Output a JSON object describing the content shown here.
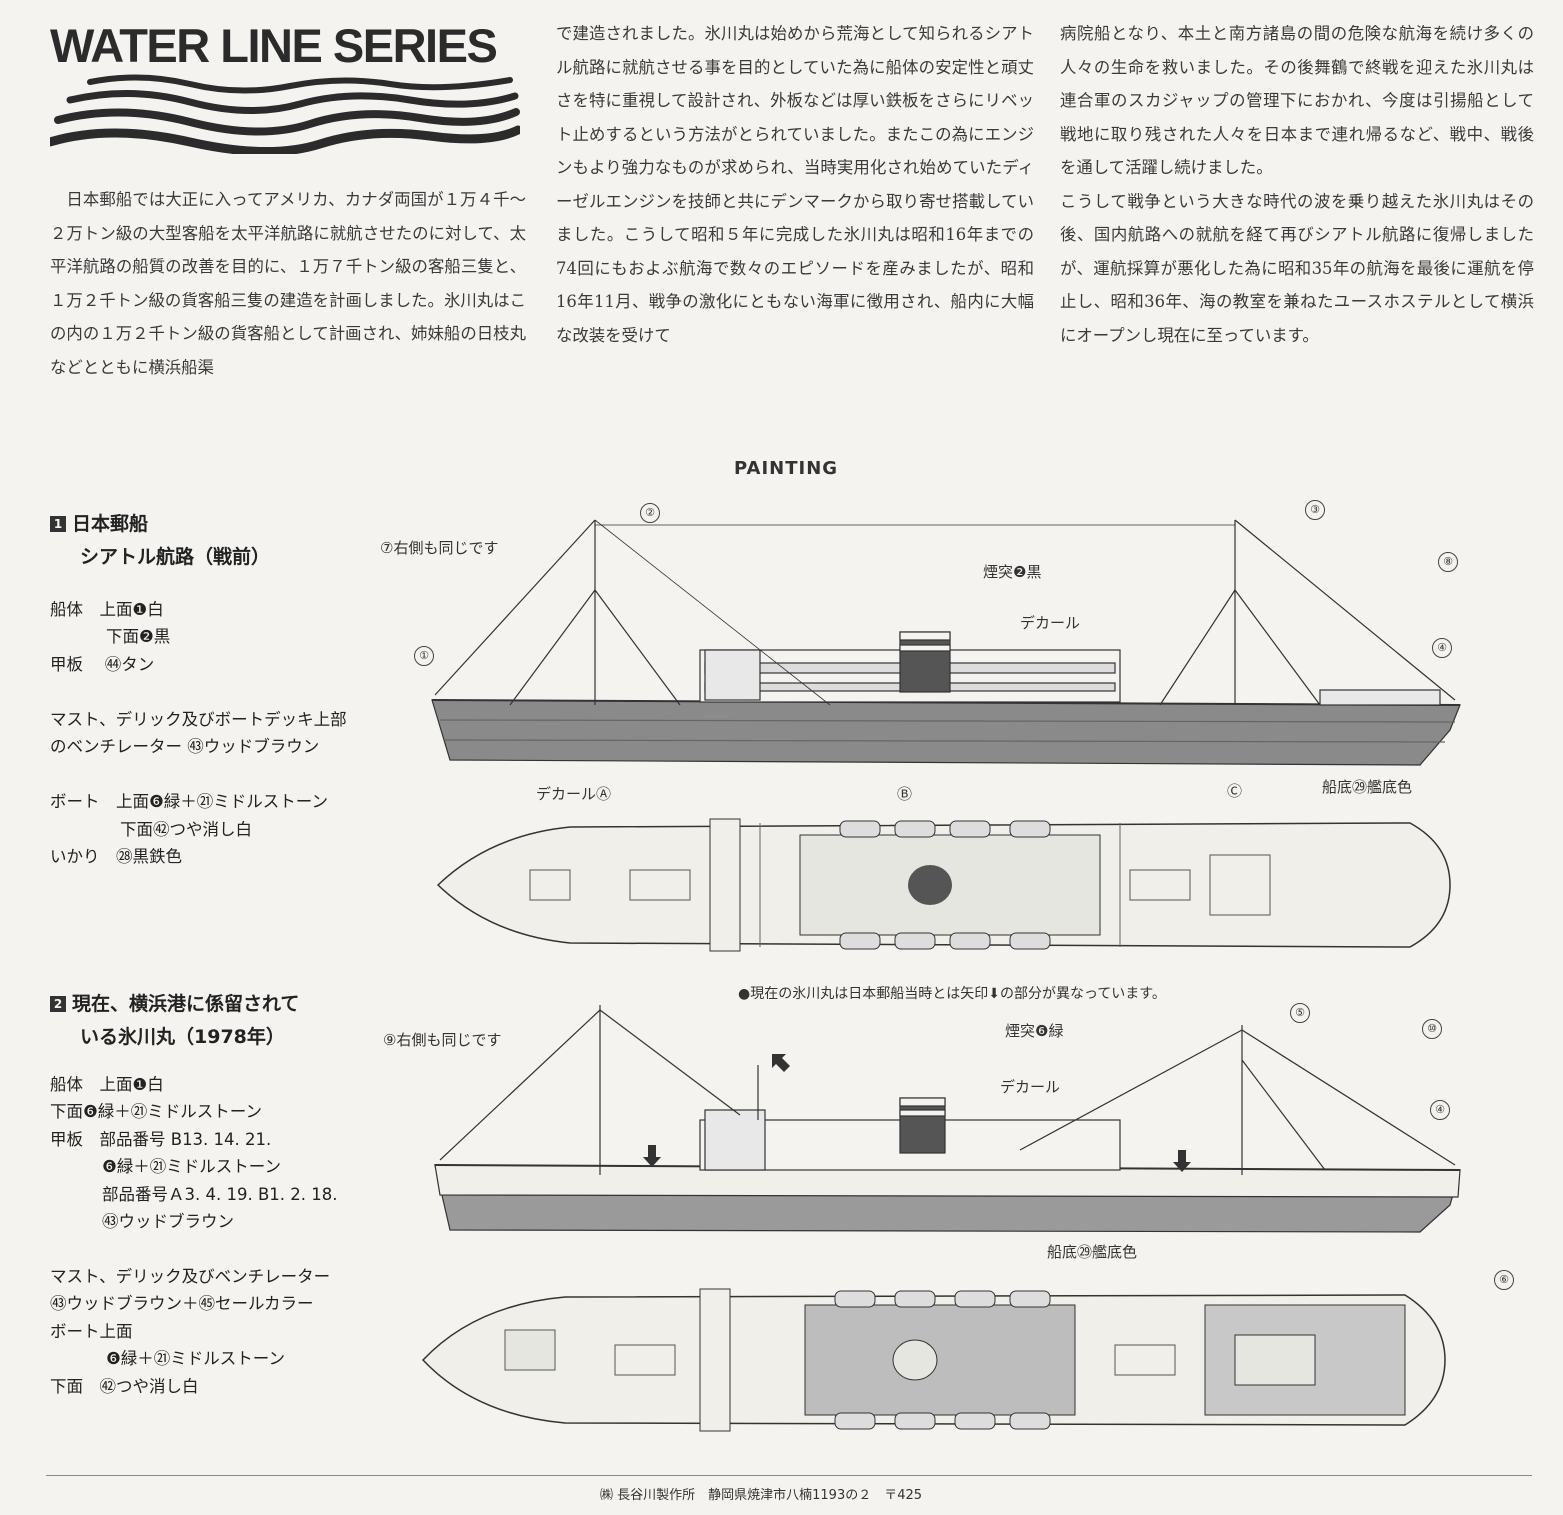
{
  "logo": {
    "title": "WATER LINE SERIES"
  },
  "article": {
    "col1": "日本郵船では大正に入ってアメリカ、カナダ両国が１万４千〜２万トン級の大型客船を太平洋航路に就航させたのに対して、太平洋航路の船質の改善を目的に、１万７千トン級の客船三隻と、１万２千トン級の貨客船三隻の建造を計画しました。氷川丸はこの内の１万２千トン級の貨客船として計画され、姉妹船の日枝丸などとともに横浜船渠",
    "col2": "で建造されました。氷川丸は始めから荒海として知られるシアトル航路に就航させる事を目的としていた為に船体の安定性と頑丈さを特に重視して設計され、外板などは厚い鉄板をさらにリベット止めするという方法がとられていました。またこの為にエンジンもより強力なものが求められ、当時実用化され始めていたディーゼルエンジンを技師と共にデンマークから取り寄せ搭載していました。こうして昭和５年に完成した氷川丸は昭和16年までの74回にもおよぶ航海で数々のエピソードを産みましたが、昭和16年11月、戦争の激化にともない海軍に徴用され、船内に大幅な改装を受けて",
    "col3a": "病院船となり、本土と南方諸島の間の危険な航海を続け多くの人々の生命を救いました。その後舞鶴で終戦を迎えた氷川丸は連合軍のスカジャップの管理下におかれ、今度は引揚船として戦地に取り残された人々を日本まで連れ帰るなど、戦中、戦後を通して活躍し続けました。",
    "col3b": "こうして戦争という大きな時代の波を乗り越えた氷川丸はその後、国内航路への就航を経て再びシアトル航路に復帰しましたが、運航採算が悪化した為に昭和35年の航海を最後に運航を停止し、昭和36年、海の教室を兼ねたユースホステルとして横浜にオープンし現在に至っています。"
  },
  "painting": {
    "title": "PAINTING",
    "note": "●現在の氷川丸は日本郵船当時とは矢印⬇の部分が異なっています。",
    "scheme1": {
      "num": "1",
      "title1": "日本郵船",
      "title2": "シアトル航路（戦前）",
      "lines": [
        "船体　上面❶白",
        "下面❷黒",
        "甲板　 ㊹タン",
        "マスト、デリック及びボートデッキ上部",
        "のベンチレーター ㊸ウッドブラウン",
        "ボート　上面❻緑＋㉑ミドルストーン",
        "下面㊷つや消し白",
        "いかり　㉘黒鉄色"
      ],
      "labels": {
        "same_right": "⑦右側も同じです",
        "funnel": "煙突❷黒",
        "decal": "デカール",
        "decal_a": "デカールⒶ",
        "b": "Ⓑ",
        "c": "Ⓒ",
        "bottom": "船底㉙艦底色"
      },
      "callouts": [
        "①",
        "②",
        "③",
        "④",
        "⑧"
      ]
    },
    "scheme2": {
      "num": "2",
      "title1": "現在、横浜港に係留されて",
      "title2": "いる氷川丸（1978年）",
      "lines": [
        "船体　上面❶白",
        "下面❻緑＋㉑ミドルストーン",
        "甲板　部品番号 B13. 14. 21.",
        "❻緑＋㉑ミドルストーン",
        "部品番号Ａ3. 4. 19. B1. 2. 18.",
        "㊸ウッドブラウン",
        "マスト、デリック及びベンチレーター",
        "㊸ウッドブラウン＋㊺セールカラー",
        "ボート上面",
        "❻緑＋㉑ミドルストーン",
        "下面　㊷つや消し白"
      ],
      "labels": {
        "same_right": "⑨右側も同じです",
        "funnel": "煙突❻緑",
        "decal": "デカール",
        "bottom": "船底㉙艦底色"
      },
      "callouts": [
        "⑤",
        "④",
        "⑩",
        "⑥"
      ]
    }
  },
  "footer": {
    "text": "㈱ 長谷川製作所　静岡県焼津市八楠1193の２　〒425"
  }
}
